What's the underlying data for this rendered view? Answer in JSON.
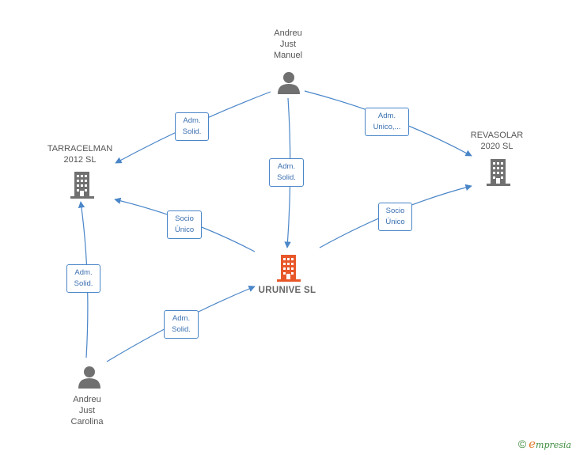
{
  "nodes": {
    "andreu_just_manuel": {
      "label": "Andreu\nJust\nManuel",
      "type": "person"
    },
    "tarracelman": {
      "label": "TARRACELMAN\n2012 SL",
      "type": "company"
    },
    "revasolar": {
      "label": "REVASOLAR\n2020 SL",
      "type": "company"
    },
    "urunive": {
      "label": "URUNIVE SL",
      "type": "company-focus"
    },
    "andreu_just_carolina": {
      "label": "Andreu\nJust\nCarolina",
      "type": "person"
    }
  },
  "edges": {
    "manuel_tarracelman": "Adm.\nSolid.",
    "manuel_revasolar": "Adm.\nUnico,...",
    "manuel_urunive": "Adm.\nSolid.",
    "urunive_tarracelman": "Socio\nÚnico",
    "urunive_revasolar": "Socio\nÚnico",
    "carolina_tarracelman": "Adm.\nSolid.",
    "carolina_urunive": "Adm.\nSolid."
  },
  "colors": {
    "edge": "#4a86c8",
    "icon": "#707070",
    "focus": "#e8572a"
  },
  "icons": {
    "person": "person-icon",
    "company": "building-icon"
  },
  "footer": {
    "copyright_symbol": "©",
    "brand_initial": "e",
    "brand_rest": "mpresia"
  }
}
